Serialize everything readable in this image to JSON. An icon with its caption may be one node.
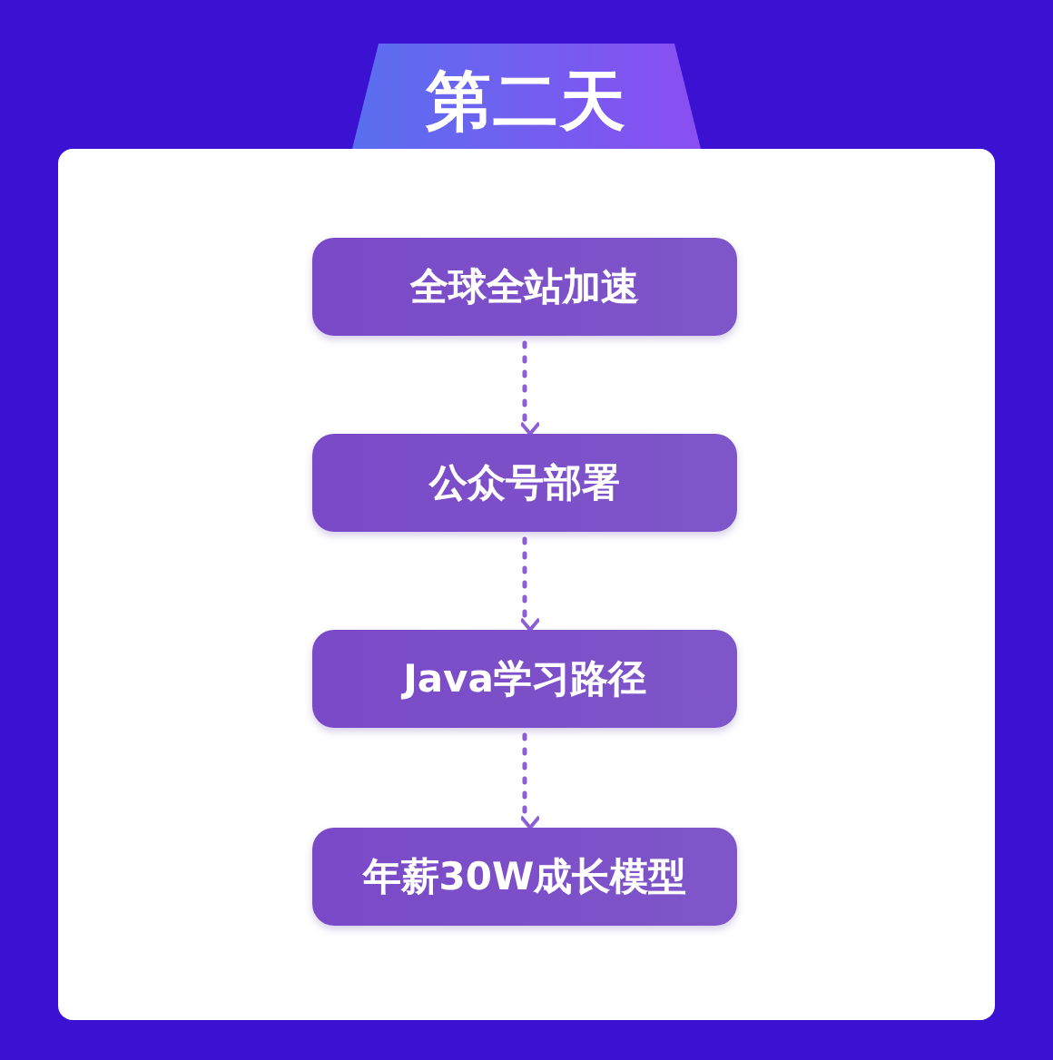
{
  "diagram": {
    "title": "第二天",
    "nodes": [
      {
        "text": [
          "全球全站加速"
        ]
      },
      {
        "text": [
          "公众号部署"
        ]
      },
      {
        "text": [
          "Java学习路径"
        ]
      },
      {
        "text": [
          "年薪30W成长模型"
        ]
      }
    ],
    "edges": [
      {
        "from": 0,
        "to": 1,
        "arrow": "to",
        "style": "dashed"
      },
      {
        "from": 1,
        "to": 2,
        "arrow": "to",
        "style": "dashed"
      },
      {
        "from": 2,
        "to": 3,
        "arrow": "to",
        "style": "dashed"
      }
    ]
  }
}
